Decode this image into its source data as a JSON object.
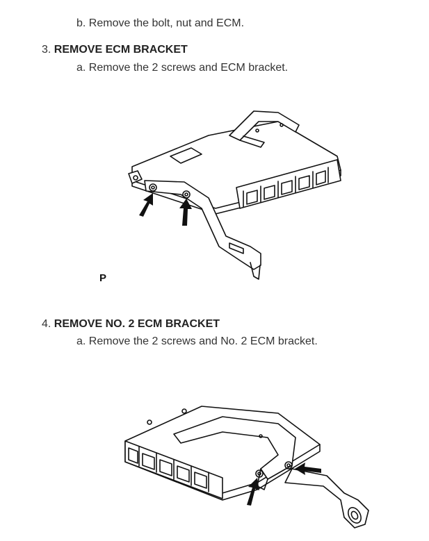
{
  "step2": {
    "sub_b": "b. Remove the bolt, nut and ECM."
  },
  "step3": {
    "number": "3.",
    "title": "REMOVE ECM BRACKET",
    "sub_a": "a. Remove the 2 screws and ECM bracket.",
    "figure_label": "P"
  },
  "step4": {
    "number": "4.",
    "title": "REMOVE NO. 2 ECM BRACKET",
    "sub_a": "a. Remove the 2 screws and No. 2 ECM bracket."
  }
}
